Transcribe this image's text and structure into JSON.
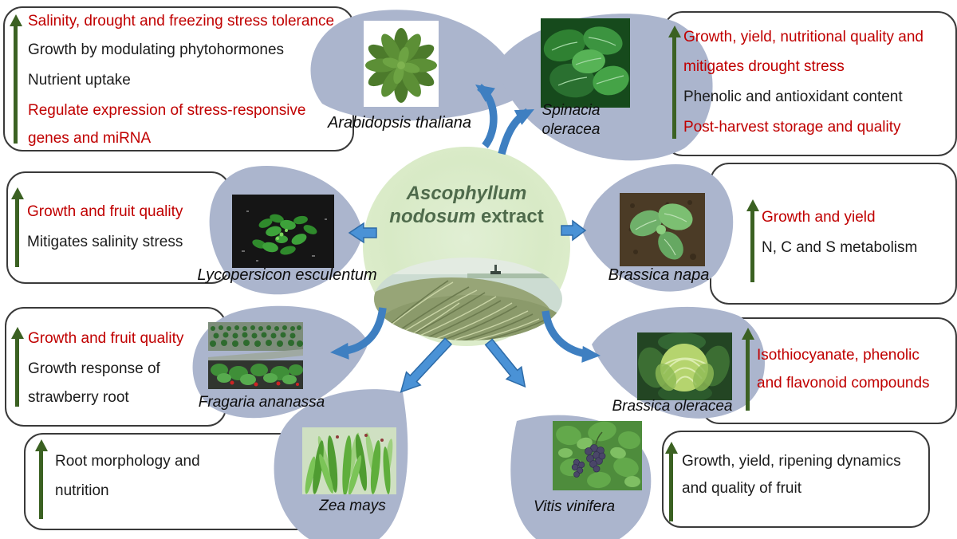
{
  "center": {
    "line1": "Ascophyllum",
    "line2_italic": "nodosum",
    "line2_regular": " extract",
    "photo": "ascophyllum-nodosum-seaweed-on-shore"
  },
  "colors": {
    "petal": "#abb5cd",
    "emphasis_text_red": "#c00000",
    "body_text_black": "#1c1c1c",
    "increase_arrow_green": "#3b6122",
    "flow_arrow_blue": "#4a92d6",
    "flow_arrow_blue_curved": "#3e7fc1",
    "center_circle_green": "#d8eac6",
    "center_title_green": "#4f6b4c",
    "box_border": "#3a3a3a"
  },
  "icons": {
    "increase_arrow": "green-up-arrow",
    "flow_arrow": "blue-arrow"
  },
  "plants": {
    "arabidopsis": {
      "species": "Arabidopsis thaliana",
      "photo": "arabidopsis-rosette-photo",
      "effects": [
        {
          "text": "Salinity, drought and freezing stress tolerance",
          "color": "red"
        },
        {
          "text": "Growth by modulating phytohormones",
          "color": "black"
        },
        {
          "text": "Nutrient uptake",
          "color": "black"
        },
        {
          "text": "Regulate expression of stress-responsive",
          "color": "red"
        },
        {
          "text": "genes and miRNA",
          "color": "red"
        }
      ]
    },
    "spinacia": {
      "species_line1": "Spinacia",
      "species_line2": "oleracea",
      "photo": "spinach-leaves-photo",
      "effects": [
        {
          "text": "Growth, yield, nutritional quality and",
          "color": "red"
        },
        {
          "text": "mitigates drought stress",
          "color": "red"
        },
        {
          "text": "Phenolic and antioxidant content",
          "color": "black"
        },
        {
          "text": "Post-harvest storage and quality",
          "color": "red"
        }
      ]
    },
    "lycopersicon": {
      "species": "Lycopersicon esculentum",
      "photo": "tomato-seedling-photo",
      "effects": [
        {
          "text": "Growth and fruit quality",
          "color": "red"
        },
        {
          "text": "Mitigates salinity stress",
          "color": "black"
        }
      ]
    },
    "brassica_napa": {
      "species": "Brassica napa",
      "photo": "brassica-napa-seedling-photo",
      "effects": [
        {
          "text": "Growth and yield",
          "color": "red"
        },
        {
          "text": "N, C and S metabolism",
          "color": "black"
        }
      ]
    },
    "fragaria": {
      "species": "Fragaria ananassa",
      "photo": "strawberry-field-photo",
      "effects": [
        {
          "text": "Growth and fruit quality",
          "color": "red"
        },
        {
          "text": "Growth response of",
          "color": "black"
        },
        {
          "text": "strawberry root",
          "color": "black"
        }
      ]
    },
    "brassica_oleracea": {
      "species": "Brassica oleracea",
      "photo": "cabbage-photo",
      "effects": [
        {
          "text": "Isothiocyanate, phenolic",
          "color": "red"
        },
        {
          "text": "and flavonoid compounds",
          "color": "red"
        }
      ]
    },
    "zea": {
      "species": "Zea mays",
      "photo": "maize-plants-photo",
      "effects": [
        {
          "text": "Root morphology and",
          "color": "black"
        },
        {
          "text": "nutrition",
          "color": "black"
        }
      ]
    },
    "vitis": {
      "species": "Vitis vinifera",
      "photo": "grapevine-with-grapes-photo",
      "effects": [
        {
          "text": "Growth, yield, ripening dynamics",
          "color": "black"
        },
        {
          "text": "and quality of fruit",
          "color": "black"
        }
      ]
    }
  }
}
